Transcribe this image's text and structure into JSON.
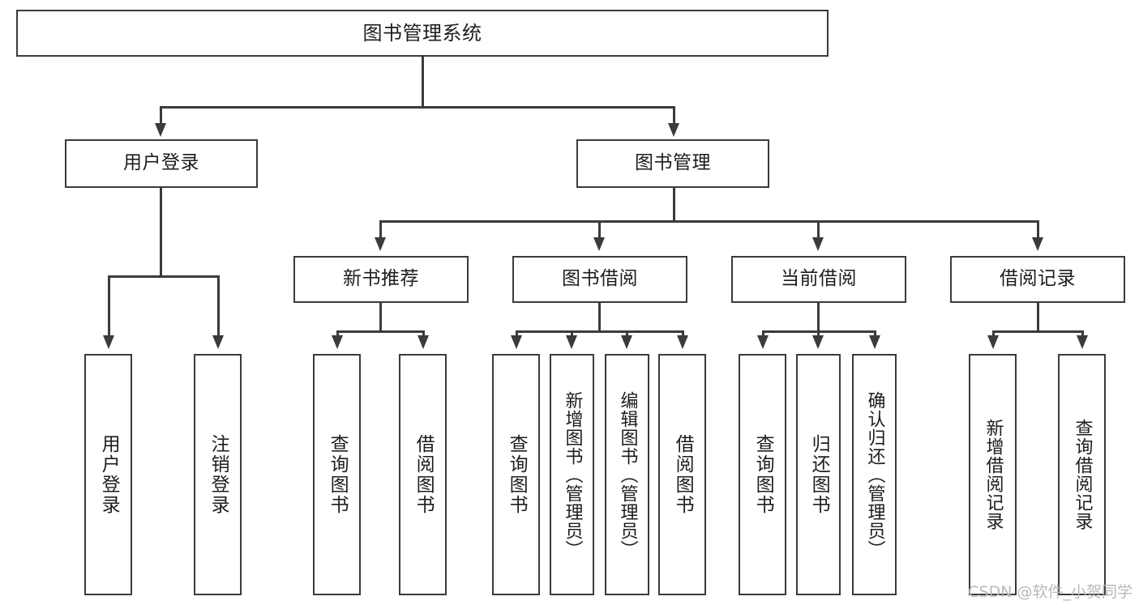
{
  "diagram": {
    "title": "图书管理系统",
    "watermark": "CSDN @软件_小贺同学",
    "colors": {
      "stroke": "#3b3b3b",
      "fill": "#ffffff",
      "text": "#1d1d1d",
      "watermark": "#b8b8b8"
    },
    "root": {
      "label": "图书管理系统"
    },
    "level2": [
      {
        "label": "用户登录"
      },
      {
        "label": "图书管理"
      }
    ],
    "level3": [
      {
        "label": "新书推荐"
      },
      {
        "label": "图书借阅"
      },
      {
        "label": "当前借阅"
      },
      {
        "label": "借阅记录"
      }
    ],
    "leaves": {
      "user_login": [
        {
          "label": "用户登录"
        },
        {
          "label": "注销登录"
        }
      ],
      "new_book": [
        {
          "label": "查询图书"
        },
        {
          "label": "借阅图书"
        }
      ],
      "borrow": [
        {
          "label": "查询图书"
        },
        {
          "label": "新增图书（管理员）"
        },
        {
          "label": "编辑图书（管理员）"
        },
        {
          "label": "借阅图书"
        }
      ],
      "current": [
        {
          "label": "查询图书"
        },
        {
          "label": "归还图书"
        },
        {
          "label": "确认归还（管理员）"
        }
      ],
      "records": [
        {
          "label": "新增借阅记录"
        },
        {
          "label": "查询借阅记录"
        }
      ]
    }
  }
}
